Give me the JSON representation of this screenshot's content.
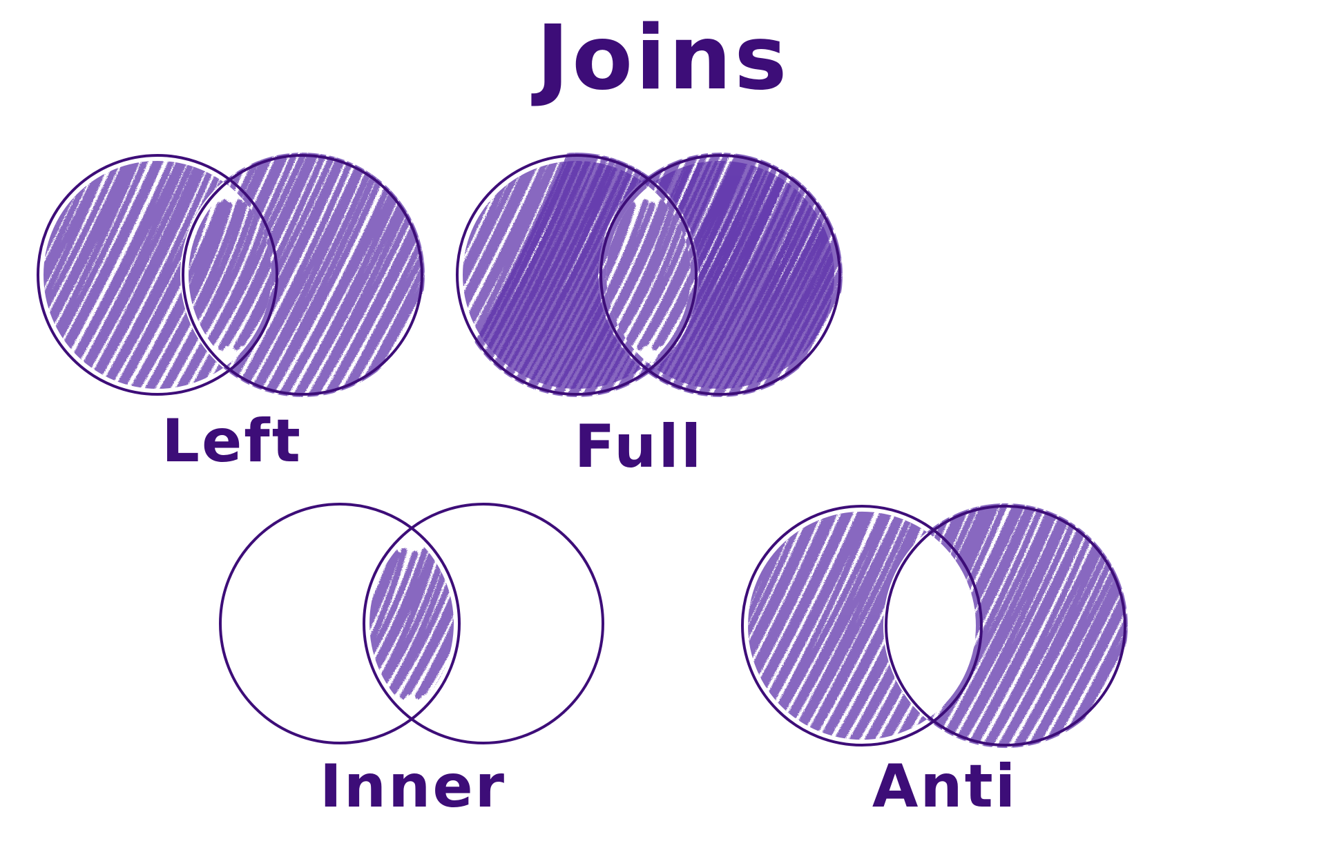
{
  "diagram": {
    "title": "Joins",
    "colors": {
      "ink": "#3d0d78",
      "shade": "#5a2fa8"
    },
    "joins": [
      {
        "id": "left",
        "label": "Left",
        "shaded": [
          "left-only",
          "intersection"
        ]
      },
      {
        "id": "full",
        "label": "Full",
        "shaded": [
          "left-only",
          "intersection",
          "right-only"
        ]
      },
      {
        "id": "inner",
        "label": "Inner",
        "shaded": [
          "intersection"
        ]
      },
      {
        "id": "anti",
        "label": "Anti",
        "shaded": [
          "left-only"
        ]
      }
    ]
  }
}
